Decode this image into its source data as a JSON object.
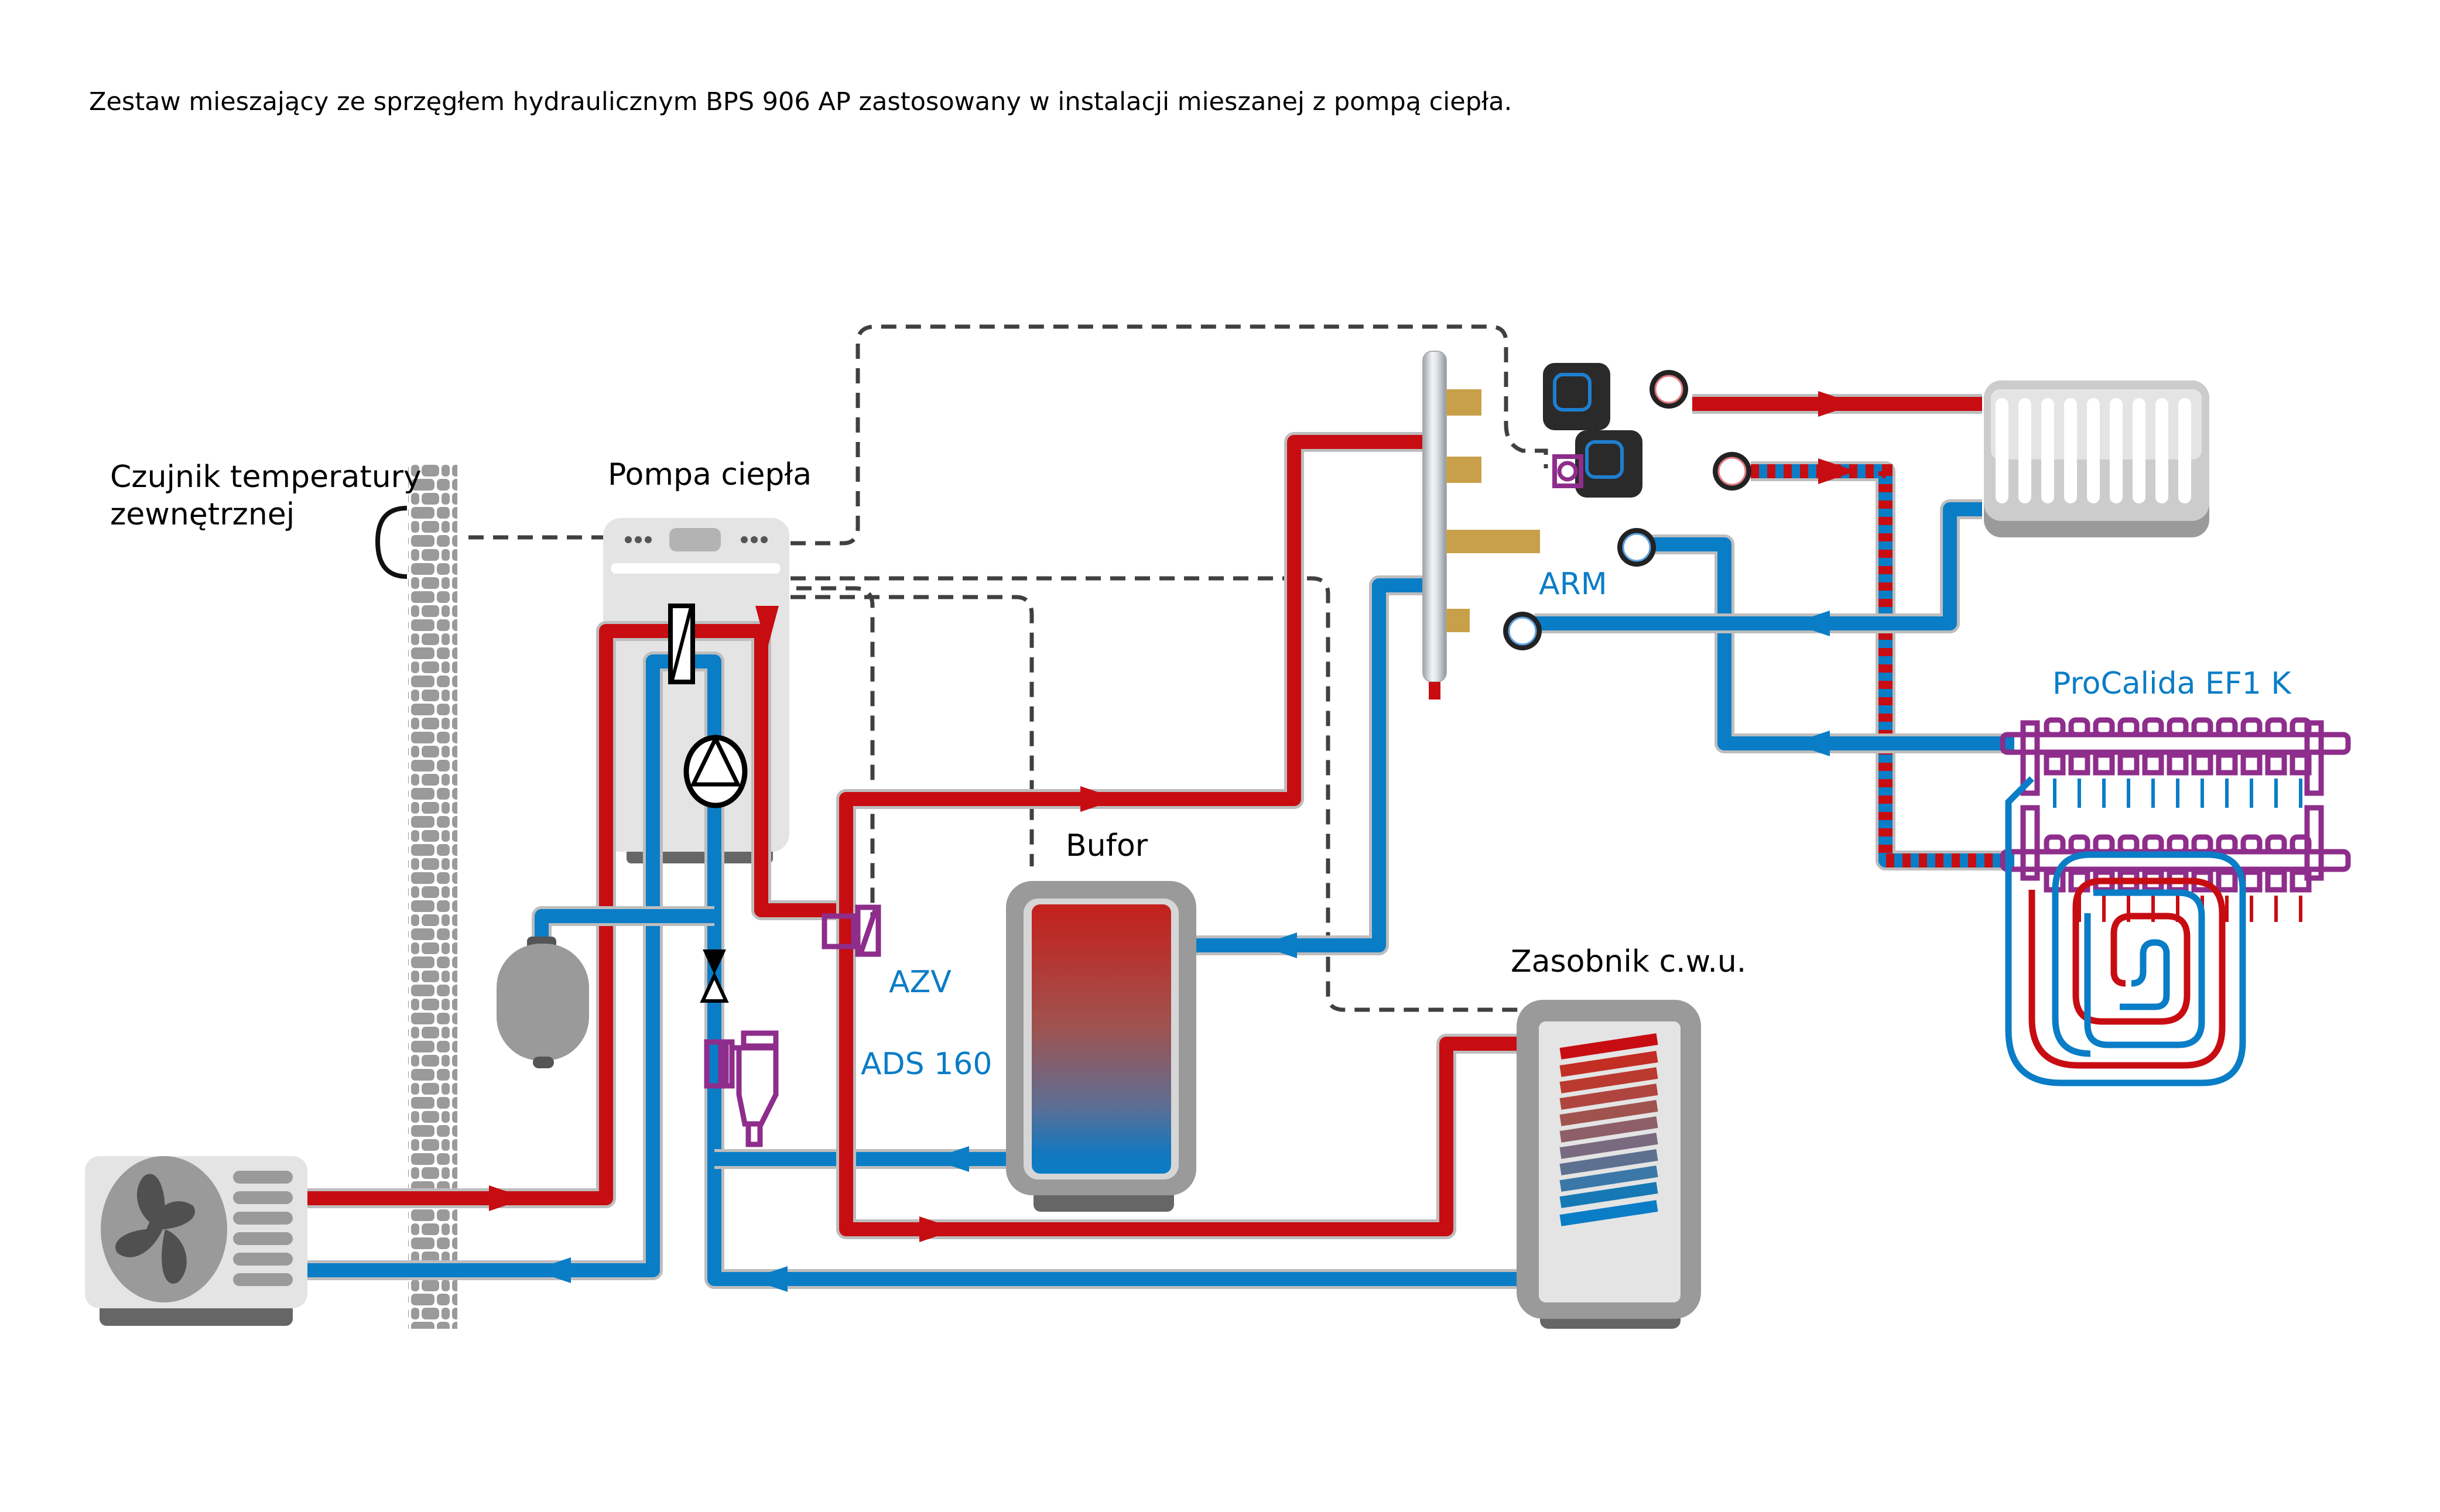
{
  "title": "Zestaw mieszający ze sprzęgłem hydraulicznym BPS 906 AP zastosowany w instalacji mieszanej z pompą ciepła.",
  "labels": {
    "sensor_line1": "Czujnik temperatury",
    "sensor_line2": "zewnętrznej",
    "heat_pump": "Pompa ciepła",
    "buffer": "Bufor",
    "dhw_tank": "Zasobnik c.w.u.",
    "azv": "AZV",
    "ads": "ADS 160",
    "arm": "ARM",
    "manifold": "ProCalida EF1 K"
  },
  "colors": {
    "hot": "#c70d12",
    "cold": "#0a7dc7",
    "accessory": "#8e2d8b",
    "control_line": "#404040"
  },
  "components": [
    {
      "name": "outdoor-unit",
      "icon": "fan-icon"
    },
    {
      "name": "wall",
      "icon": "brick-wall-icon"
    },
    {
      "name": "outdoor-temperature-sensor",
      "icon": "sensor-icon"
    },
    {
      "name": "heat-pump-indoor-unit",
      "icon": "heat-pump-icon"
    },
    {
      "name": "plate-heat-exchanger",
      "icon": "heat-exchanger-icon"
    },
    {
      "name": "circulation-pump",
      "icon": "pump-icon"
    },
    {
      "name": "expansion-vessel",
      "icon": "expansion-vessel-icon"
    },
    {
      "name": "shutoff-valve",
      "icon": "valve-icon"
    },
    {
      "name": "ads-160-filter",
      "icon": "dirt-separator-icon"
    },
    {
      "name": "azv-three-way-valve",
      "icon": "three-way-valve-icon"
    },
    {
      "name": "buffer-tank",
      "icon": "tank-icon"
    },
    {
      "name": "dhw-tank",
      "icon": "coil-tank-icon"
    },
    {
      "name": "hydraulic-separator-bps-906-ap",
      "icon": "hydraulic-separator-icon"
    },
    {
      "name": "arm-mixing-valve",
      "icon": "mixing-valve-icon"
    },
    {
      "name": "radiator",
      "icon": "radiator-icon"
    },
    {
      "name": "underfloor-manifold",
      "icon": "manifold-icon"
    },
    {
      "name": "underfloor-loop",
      "icon": "floor-heating-icon"
    }
  ]
}
